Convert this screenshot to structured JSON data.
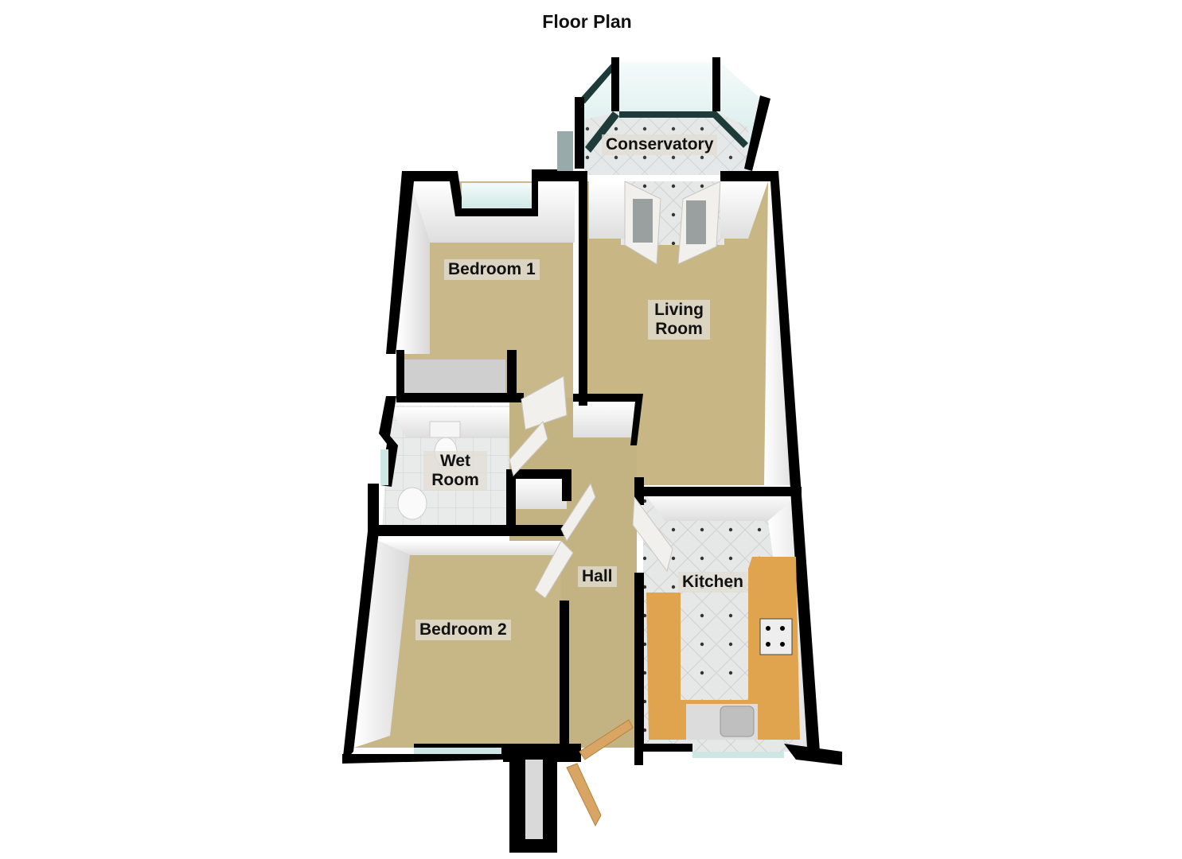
{
  "title": "Floor Plan",
  "rooms": [
    {
      "id": "conservatory",
      "label": "Conservatory",
      "floor": "tiled"
    },
    {
      "id": "bedroom1",
      "label": "Bedroom 1",
      "floor": "carpet"
    },
    {
      "id": "living",
      "label_line1": "Living",
      "label_line2": "Room",
      "floor": "carpet"
    },
    {
      "id": "wetroom",
      "label_line1": "Wet",
      "label_line2": "Room",
      "floor": "tiled"
    },
    {
      "id": "hall",
      "label": "Hall",
      "floor": "carpet"
    },
    {
      "id": "kitchen",
      "label": "Kitchen",
      "floor": "tiled"
    },
    {
      "id": "bedroom2",
      "label": "Bedroom 2",
      "floor": "carpet"
    }
  ],
  "colors": {
    "wall": "#000000",
    "carpet": "#c9b88a",
    "tile": "#e4e6e6",
    "glass": "#d8eeec",
    "wall_face": "#f2f2f2",
    "worktop": "#e0a44e",
    "door_wood": "#d9a564"
  }
}
